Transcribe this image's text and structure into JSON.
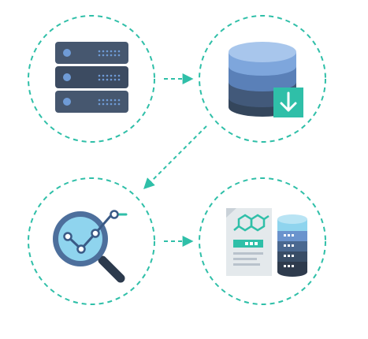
{
  "colors": {
    "accent": "#2fbfa8",
    "server_dark": "#3f4d63",
    "server_mid": "#4c5d78",
    "db_top": "#a9c6ea",
    "db_blue": "#5f89c3",
    "db_mid": "#4a6890",
    "db_dark": "#394d66",
    "download_badge": "#2fbfa8",
    "lens_fill": "#8fd4ee",
    "lens_ring": "#4d6f9c",
    "handle": "#2f3e52",
    "doc_paper": "#e8ecef",
    "doc_molecule": "#2fbfa8"
  },
  "nodes": [
    {
      "id": "server",
      "icon": "server-rack-icon"
    },
    {
      "id": "database",
      "icon": "database-download-icon"
    },
    {
      "id": "analysis",
      "icon": "magnifier-chart-icon"
    },
    {
      "id": "report",
      "icon": "document-database-icon"
    }
  ],
  "edges": [
    {
      "from": "server",
      "to": "database",
      "style": "dashed-arrow"
    },
    {
      "from": "database",
      "to": "analysis",
      "style": "dashed-arrow"
    },
    {
      "from": "analysis",
      "to": "report",
      "style": "dashed-arrow"
    }
  ]
}
